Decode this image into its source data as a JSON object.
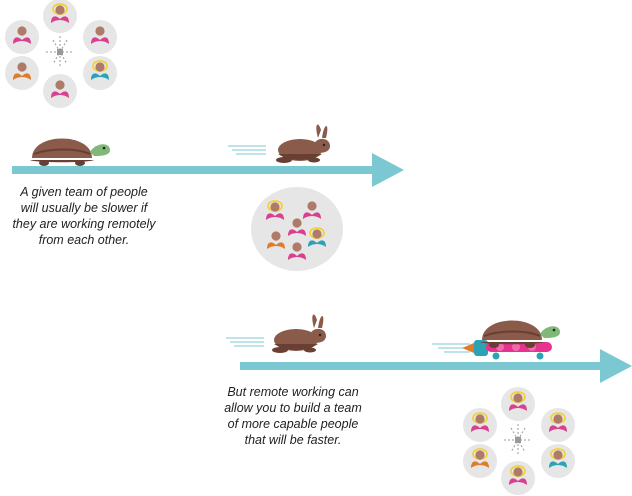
{
  "caption_top": {
    "lines": [
      "A given team of people",
      "will usually be slower if",
      "they are working remotely",
      "from each other."
    ]
  },
  "caption_bottom": {
    "lines": [
      "But remote working can",
      "allow you to build a team",
      "of more capable people",
      "that will be faster."
    ]
  },
  "colors": {
    "arrow": "#7cc8d2",
    "bubble": "#e6e6e6",
    "tortoise_shell": "#8a5a4a",
    "tortoise_skin": "#7fb877",
    "rabbit": "#8a5a4a",
    "skateboard": "#e8328f",
    "person_pink": "#d9408f",
    "person_orange": "#e07b2a",
    "person_teal": "#2aa3b5",
    "halo": "#f0d23c"
  },
  "icons": [
    "tortoise-icon",
    "rabbit-icon",
    "rocket-skateboard-icon",
    "person-icon",
    "halo-icon",
    "network-star-icon"
  ]
}
